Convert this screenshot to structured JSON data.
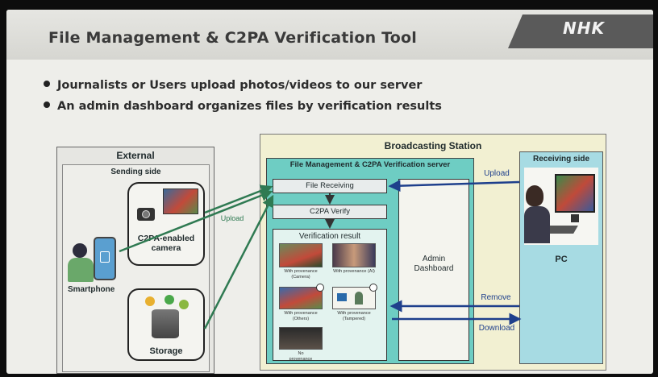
{
  "header": {
    "title": "File Management & C2PA Verification Tool",
    "logo": "NHK"
  },
  "bullets": [
    "Journalists or Users upload photos/videos to our server",
    "An admin dashboard organizes files by verification results"
  ],
  "external": {
    "title": "External",
    "sending_side": "Sending side",
    "camera_label": "C2PA-enabled\ncamera",
    "smartphone_label": "Smartphone",
    "storage_label": "Storage"
  },
  "station": {
    "title": "Broadcasting Station",
    "server_title": "File Management & C2PA Verification server",
    "file_receiving": "File Receiving",
    "c2pa_verify": "C2PA Verify",
    "verification_result": "Verification result",
    "admin_dashboard": "Admin\nDashboard",
    "results": [
      {
        "caption": "With provenance\n(Camera)"
      },
      {
        "caption": "With provenance (AI)"
      },
      {
        "caption": "With provenance\n(Others)"
      },
      {
        "caption": "With provenance\n(Tampered)"
      },
      {
        "caption": "No\nprovenance"
      }
    ]
  },
  "receiving": {
    "title": "Receiving side",
    "pc_label": "PC"
  },
  "flows": {
    "upload_left": "Upload",
    "upload_right": "Upload",
    "remove": "Remove",
    "download": "Download"
  },
  "colors": {
    "station_bg": "#f2f0d2",
    "server_bg": "#6ecdc3",
    "receiving_bg": "#a7dbe3",
    "arrow_green": "#2f7a52",
    "arrow_blue": "#1e3f8c"
  }
}
